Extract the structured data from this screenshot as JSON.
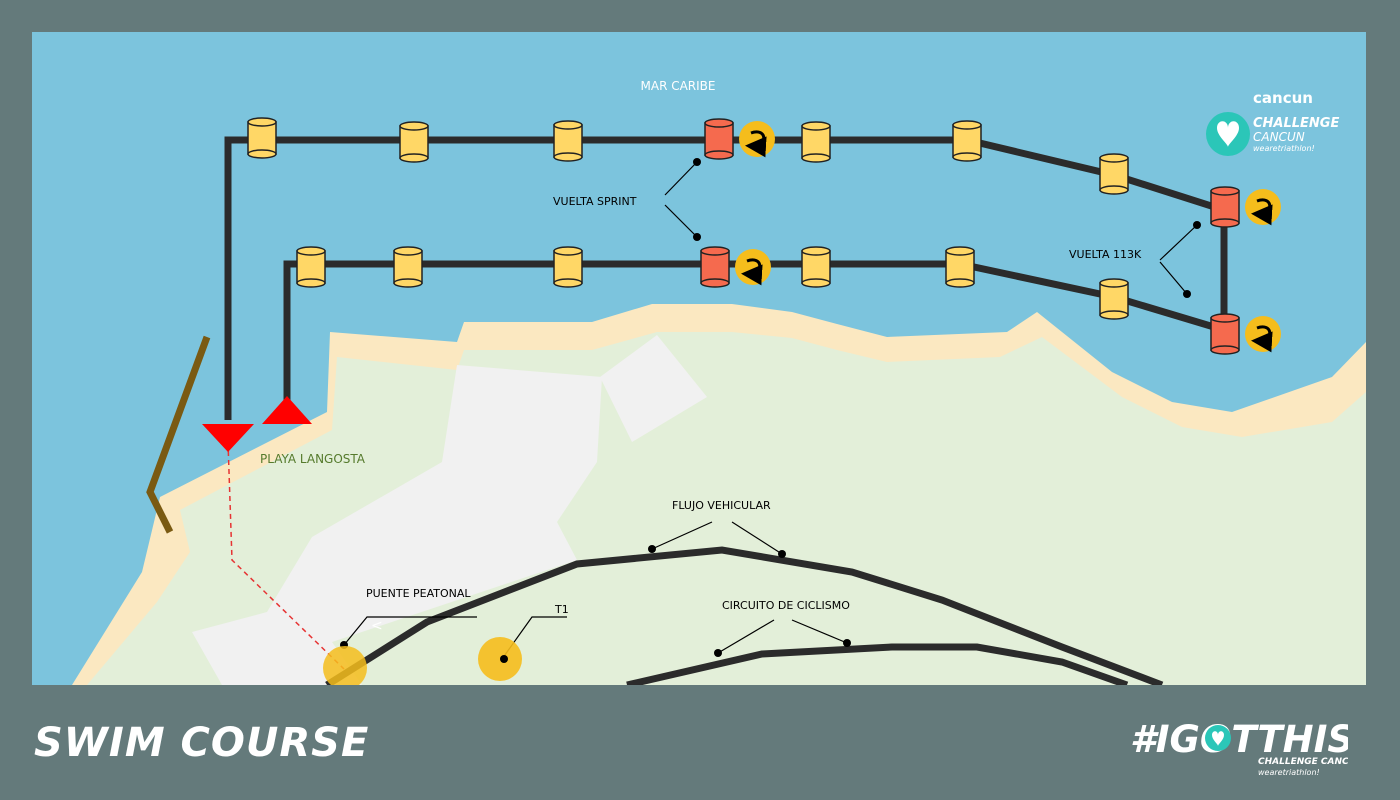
{
  "map": {
    "sea_label": "MAR CARIBE",
    "beach_label": "PLAYA LANGOSTA",
    "callouts": {
      "sprint_turn": "VUELTA SPRINT",
      "long_turn": "VUELTA 113K",
      "traffic": "FLUJO VEHICULAR",
      "bridge": "PUENTE PEATONAL",
      "transition": "T1",
      "cycling": "CIRCUITO DE CICLISMO"
    },
    "buoys": {
      "outer_course": [
        {
          "type": "standard"
        },
        {
          "type": "standard"
        },
        {
          "type": "standard"
        },
        {
          "type": "turn-sprint"
        },
        {
          "type": "standard"
        },
        {
          "type": "standard"
        },
        {
          "type": "standard"
        },
        {
          "type": "turn-113k"
        }
      ],
      "inner_course": [
        {
          "type": "standard"
        },
        {
          "type": "standard"
        },
        {
          "type": "standard"
        },
        {
          "type": "turn-sprint"
        },
        {
          "type": "standard"
        },
        {
          "type": "standard"
        },
        {
          "type": "standard"
        },
        {
          "type": "turn-113k"
        }
      ]
    },
    "markers": {
      "swim_exit": "red-down-triangle",
      "swim_start": "red-up-triangle",
      "bridge": "yellow-circle",
      "t1": "yellow-circle"
    },
    "colors": {
      "sea": "#7cc4dd",
      "sand": "#fbe8c1",
      "land": "#e3efd9",
      "urban": "#f1f1f1",
      "course_line": "#2b2b2b",
      "buoy_standard": "#ffd766",
      "buoy_turn": "#f56a4e",
      "turn_icon": "#f5bd1c",
      "start_marker": "#ff0000",
      "breakwater": "#7a5a12",
      "beach_label": "#557a2c"
    }
  },
  "logo": {
    "city": "cancun",
    "event": "CHALLENGE",
    "event_city": "CANCUN",
    "tagline": "wearetriathlon!"
  },
  "footer": {
    "title": "SWIM COURSE",
    "hashtag": "#IGOTTHIS",
    "sub_event": "CHALLENGE CANCUN",
    "sub_tagline": "wearetriathlon!"
  }
}
